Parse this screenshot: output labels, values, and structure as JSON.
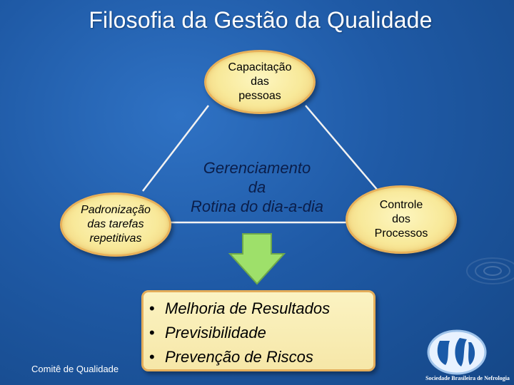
{
  "slide": {
    "title": "Filosofia da Gestão da Qualidade",
    "center_text": "Gerenciamento\nda\nRotina do dia-a-dia",
    "nodes": {
      "top": "Capacitação\ndas\npessoas",
      "left": "Padronização\ndas tarefas\nrepetitivas",
      "right": "Controle\ndos\nProcessos"
    },
    "results": [
      "Melhoria de Resultados",
      "Previsibilidade",
      "Prevenção de Riscos"
    ],
    "bullet": "•",
    "footer": "Comitê de Qualidade",
    "logo_text": "Sociedade Brasileira de Nefrologia"
  },
  "colors": {
    "background": "#1f5aa6",
    "ellipse_fill": "#f8e99a",
    "ellipse_border": "#e8b15a",
    "arrow_fill": "#9ee06a",
    "center_text": "#0b1e4a"
  }
}
